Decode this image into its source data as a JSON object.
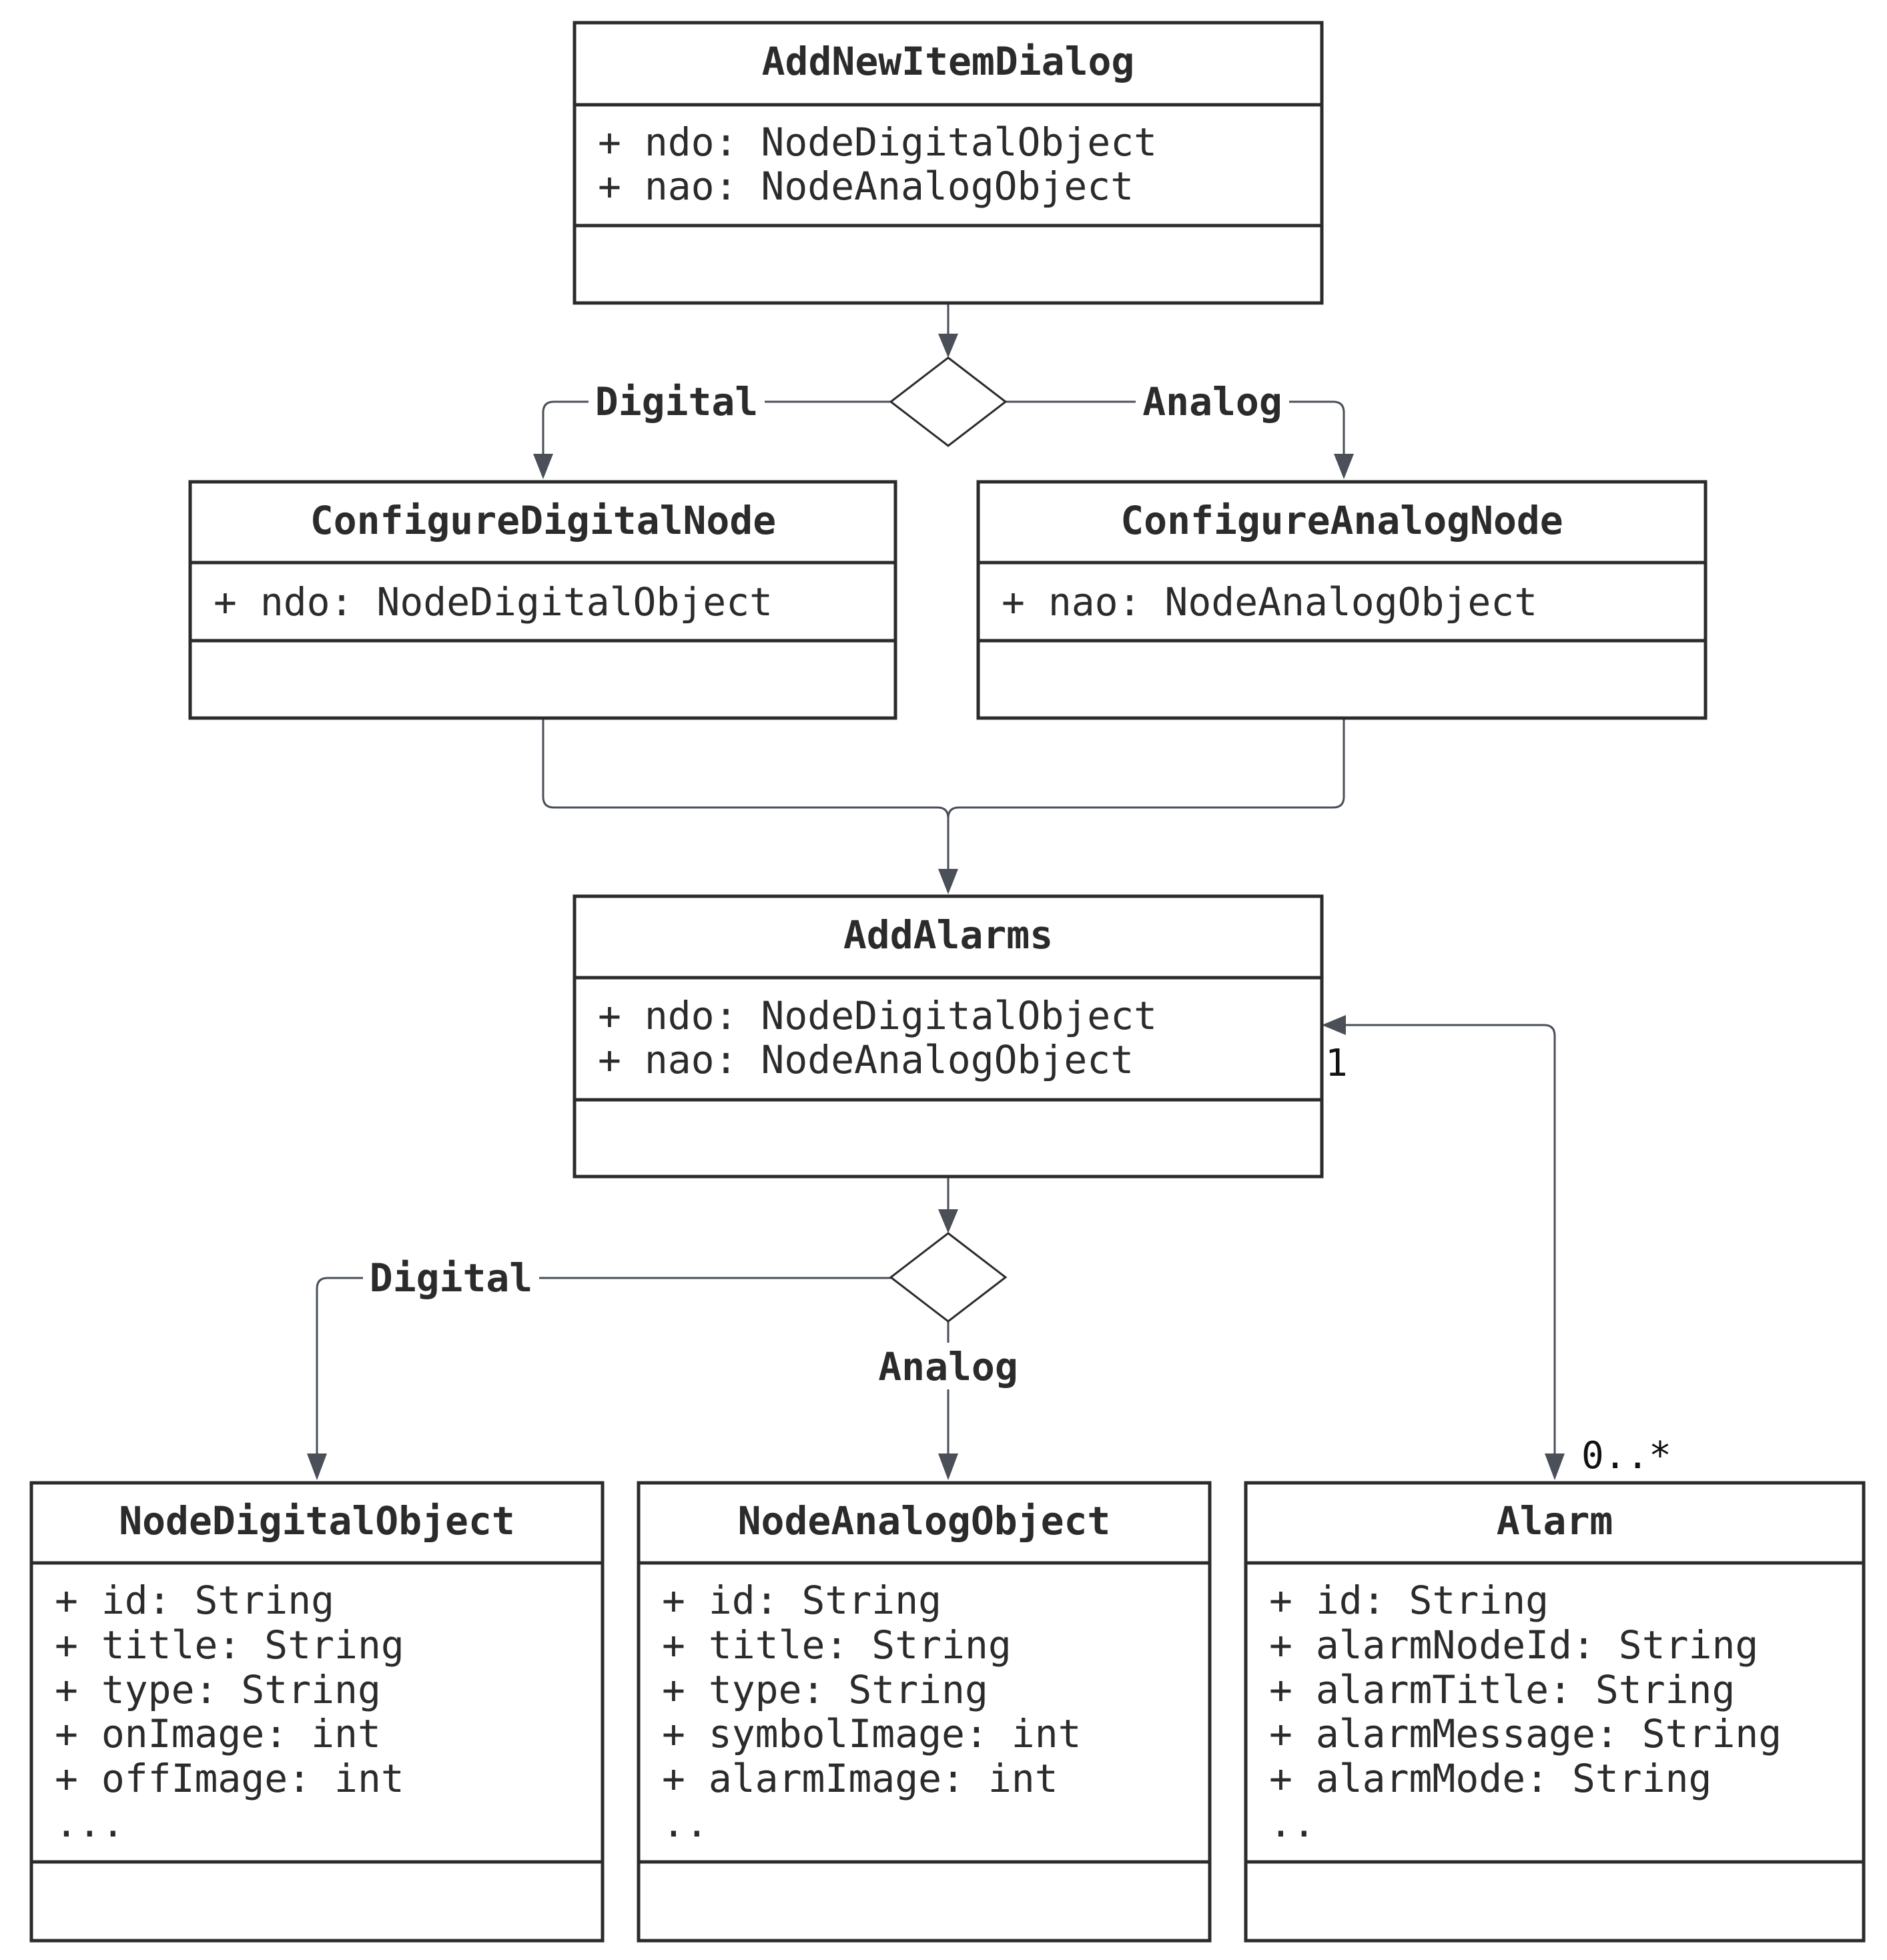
{
  "classes": {
    "add_new_item_dialog": {
      "name": "AddNewItemDialog",
      "attributes": [
        "+ ndo: NodeDigitalObject",
        "+ nao: NodeAnalogObject"
      ]
    },
    "configure_digital_node": {
      "name": "ConfigureDigitalNode",
      "attributes": [
        "+ ndo: NodeDigitalObject"
      ]
    },
    "configure_analog_node": {
      "name": "ConfigureAnalogNode",
      "attributes": [
        "+ nao: NodeAnalogObject"
      ]
    },
    "add_alarms": {
      "name": "AddAlarms",
      "attributes": [
        "+ ndo: NodeDigitalObject",
        "+ nao: NodeAnalogObject"
      ]
    },
    "node_digital_object": {
      "name": "NodeDigitalObject",
      "attributes": [
        "+ id: String",
        "+ title: String",
        "+ type: String",
        "+ onImage: int",
        "+ offImage: int",
        "..."
      ]
    },
    "node_analog_object": {
      "name": "NodeAnalogObject",
      "attributes": [
        "+ id: String",
        "+ title: String",
        "+ type: String",
        "+ symbolImage: int",
        "+ alarmImage: int",
        ".."
      ]
    },
    "alarm": {
      "name": "Alarm",
      "attributes": [
        "+ id: String",
        "+ alarmNodeId: String",
        "+ alarmTitle: String",
        "+ alarmMessage: String",
        "+ alarmMode: String",
        ".."
      ]
    }
  },
  "edges": {
    "top_digital_label": "Digital",
    "top_analog_label": "Analog",
    "bottom_digital_label": "Digital",
    "bottom_analog_label": "Analog",
    "alarm_mult_addalarms": "1",
    "alarm_mult_alarm": "0..*"
  }
}
